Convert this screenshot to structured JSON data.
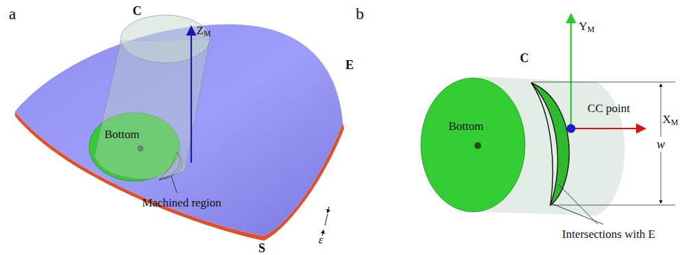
{
  "diagram": {
    "labels": [
      "a",
      "C",
      "ZM",
      "E",
      "Bottom",
      "Machined region",
      "ε",
      "S",
      "b",
      "YM",
      "C",
      "XM",
      "CC point",
      "Bottom",
      "w",
      "Intersections with E"
    ]
  }
}
